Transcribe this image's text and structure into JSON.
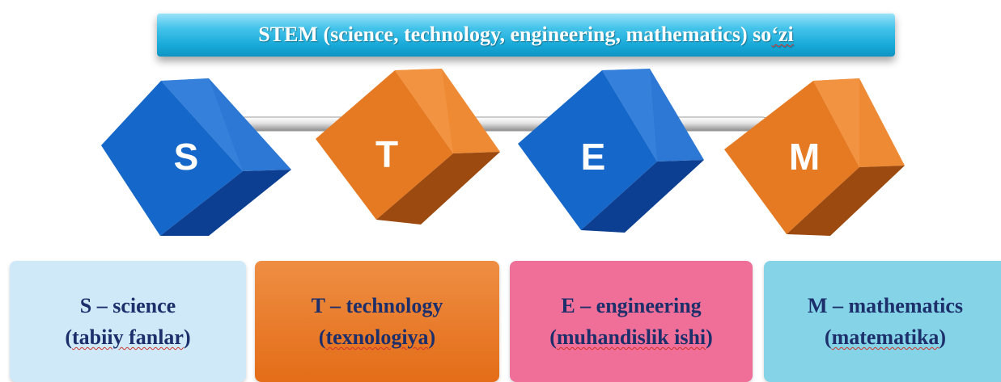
{
  "title": {
    "before": "STEM (science, technology, engineering, mathematics) so",
    "marked": "‘zi"
  },
  "cubes": [
    {
      "letter": "S",
      "color": "blue"
    },
    {
      "letter": "T",
      "color": "orange"
    },
    {
      "letter": "E",
      "color": "blue"
    },
    {
      "letter": "M",
      "color": "orange"
    }
  ],
  "colors": {
    "blue_face": "#1567c9",
    "blue_side": "#0c3f92",
    "blue_light": "#3c86de",
    "orange_face": "#e67a22",
    "orange_side": "#9c4a0f",
    "orange_light": "#f29a4b",
    "rod": "#d8d8d8",
    "box_text": "#1c2f6b"
  },
  "boxes": [
    {
      "line1": "S – science",
      "line2_open": "(",
      "line2_marked": "tabiiy fanlar",
      "line2_close": ")"
    },
    {
      "line1": "T – technology",
      "line2_open": "(",
      "line2_marked": "texnologiya",
      "line2_close": ")"
    },
    {
      "line1": "E – engineering",
      "line2_open": "(",
      "line2_marked": "muhandislik ishi",
      "line2_close": ")"
    },
    {
      "line1": "M – mathematics",
      "line2_open": "(",
      "line2_marked": "matematika",
      "line2_close": ")"
    }
  ]
}
